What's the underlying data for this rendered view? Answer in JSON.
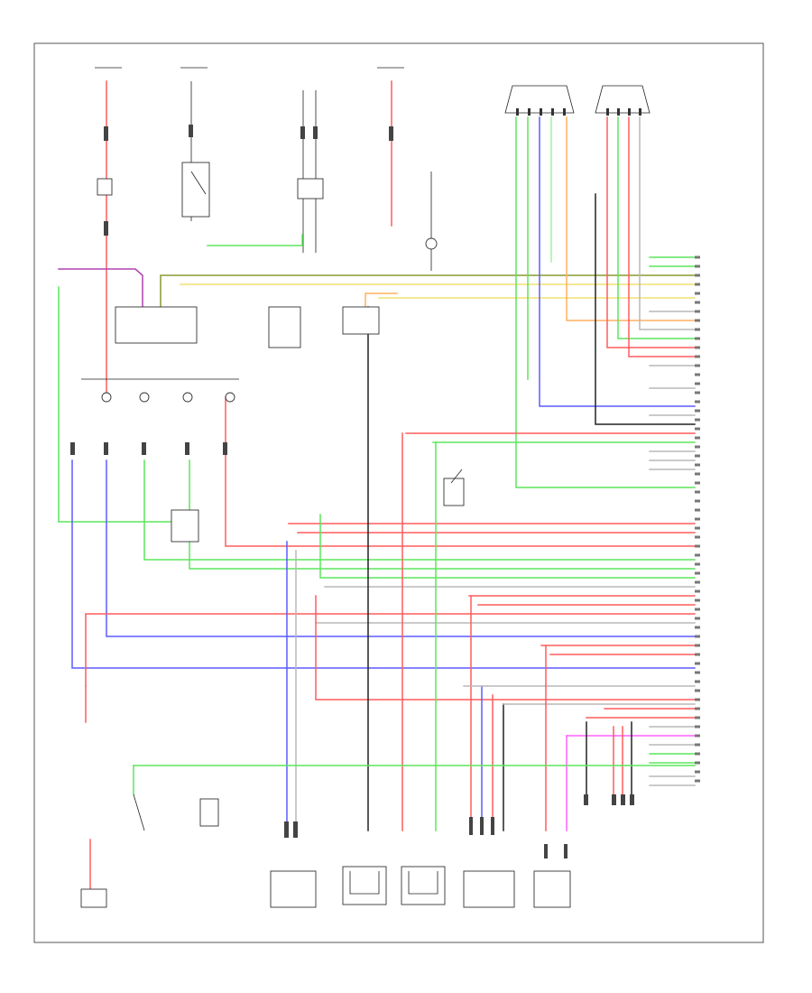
{
  "colors": {
    "red": "#ff5c5c",
    "green": "#5ce65c",
    "blue": "#5c5cff",
    "yellow": "#f0e070",
    "orange": "#ffb060",
    "violet": "#b040b0",
    "pink": "#ff60ff",
    "olive": "#8a9a30",
    "gray": "#b8b8b8",
    "black": "#222222",
    "ltgreen": "#9ef59e"
  },
  "components": [
    {
      "id": "hot-at-all-times-1",
      "label": ""
    },
    {
      "id": "hot-in-run-1",
      "label": ""
    },
    {
      "id": "hot-at-all-times-2",
      "label": ""
    },
    {
      "id": "data-link-connector-1",
      "label": ""
    },
    {
      "id": "data-link-connector-2",
      "label": ""
    },
    {
      "id": "pcm",
      "label": ""
    },
    {
      "id": "fuse-block",
      "label": ""
    },
    {
      "id": "a-t-shift-switch",
      "label": ""
    },
    {
      "id": "vehicle-speed-sensor",
      "label": ""
    },
    {
      "id": "ect-sensor",
      "label": ""
    },
    {
      "id": "left-knock-sensor",
      "label": ""
    },
    {
      "id": "right-knock-sensor",
      "label": ""
    },
    {
      "id": "crankshaft-position-sensor",
      "label": ""
    },
    {
      "id": "camshaft-position-sensor",
      "label": ""
    }
  ],
  "footer": {
    "code": ""
  }
}
